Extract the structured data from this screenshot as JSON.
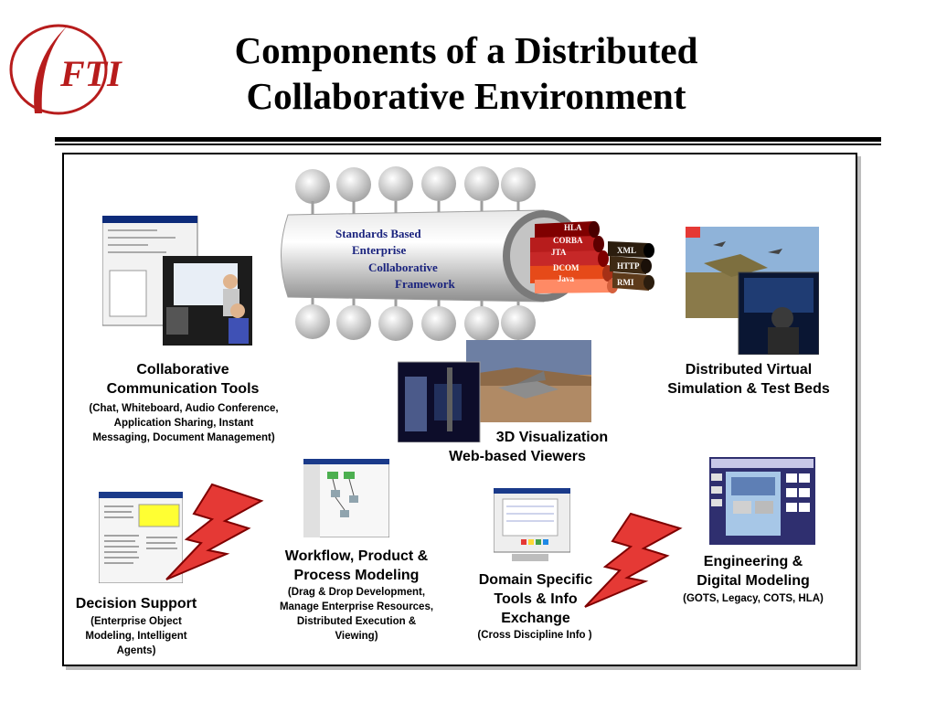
{
  "logo": {
    "text": "FTI",
    "color": "#b71c1c"
  },
  "slide": {
    "title_line1": "Components of a Distributed",
    "title_line2": "Collaborative Environment"
  },
  "pipeline": {
    "framework_lines": [
      "Standards Based",
      "Enterprise",
      "Collaborative",
      "Framework"
    ],
    "inner_cables": [
      "HLA",
      "CORBA",
      "JTA",
      "DCOM",
      "Java"
    ],
    "outer_cables": [
      "XML",
      "HTTP",
      "RMI"
    ]
  },
  "components": {
    "collab": {
      "title1": "Collaborative",
      "title2": "Communication Tools",
      "desc1": "(Chat, Whiteboard, Audio Conference,",
      "desc2": "Application Sharing, Instant",
      "desc3": "Messaging, Document Management)"
    },
    "dvs": {
      "title1": "Distributed Virtual",
      "title2": "Simulation & Test Beds"
    },
    "viz": {
      "title1": "3D Visualization",
      "title2": "Web-based Viewers"
    },
    "decision": {
      "title": "Decision Support",
      "desc1": "(Enterprise Object",
      "desc2": "Modeling, Intelligent",
      "desc3": "Agents)"
    },
    "workflow": {
      "title1": "Workflow, Product &",
      "title2": "Process Modeling",
      "desc1": "(Drag & Drop Development,",
      "desc2": "Manage  Enterprise Resources,",
      "desc3": "Distributed Execution &",
      "desc4": "Viewing)"
    },
    "domain": {
      "title1": "Domain Specific",
      "title2": "Tools & Info",
      "title3": "Exchange",
      "desc1": "(Cross Discipline Info )"
    },
    "engineering": {
      "title1": "Engineering &",
      "title2": "Digital Modeling",
      "desc1": "(GOTS, Legacy, COTS, HLA)"
    }
  },
  "colors": {
    "lightning": "#e53935",
    "lightning_edge": "#7f0000",
    "pipe_text": "#1a237e"
  }
}
